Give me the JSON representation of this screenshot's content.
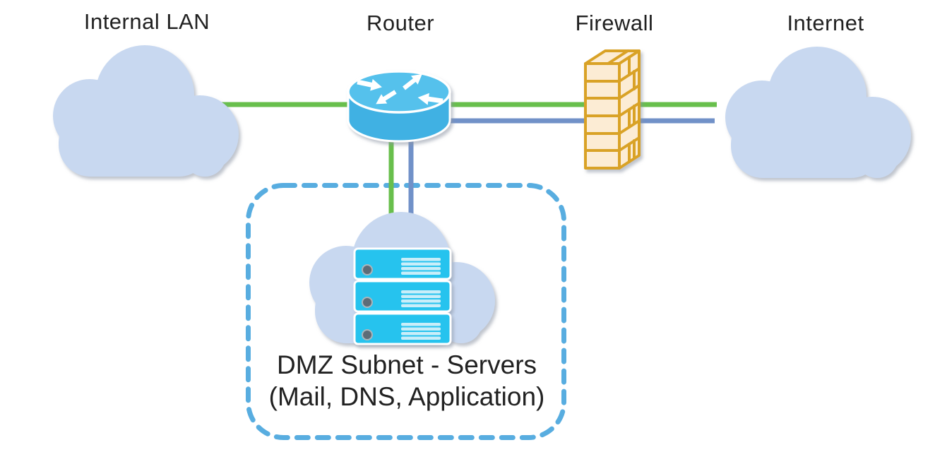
{
  "diagram": {
    "type": "network-topology",
    "nodes": {
      "internal_lan": {
        "label": "Internal LAN",
        "icon": "cloud"
      },
      "router": {
        "label": "Router",
        "icon": "router-cylinder-arrows"
      },
      "firewall": {
        "label": "Firewall",
        "icon": "brick-wall-3d"
      },
      "internet": {
        "label": "Internet",
        "icon": "cloud"
      },
      "dmz": {
        "caption_line1": "DMZ Subnet - Servers",
        "caption_line2": "(Mail, DNS, Application)",
        "icon": "cloud-with-server-stack",
        "server_count": 3,
        "boundary": "dashed-rounded-rect"
      }
    },
    "links": [
      {
        "from": "internal_lan",
        "to": "router",
        "color_key": "green_link"
      },
      {
        "from": "router",
        "to": "firewall",
        "color_key": "green_link"
      },
      {
        "from": "firewall",
        "to": "internet",
        "color_key": "green_link"
      },
      {
        "from": "router",
        "to": "internet",
        "color_key": "blue_link"
      },
      {
        "from": "router",
        "to": "dmz",
        "color_key": "green_link"
      },
      {
        "from": "router",
        "to": "dmz",
        "color_key": "blue_link"
      }
    ],
    "colors": {
      "cloud": "#c8d8f0",
      "green_link": "#68bf4c",
      "blue_link": "#7191c8",
      "router_body": "#3fb1e3",
      "router_top": "#54c1ec",
      "server_cyan": "#27c3ee",
      "server_vent": "#c9eef9",
      "server_led": "#5d6c77",
      "firewall_stroke": "#d9a227",
      "firewall_fill": "#fcecd4",
      "dmz_border": "#58ade0",
      "text": "#212121"
    }
  }
}
